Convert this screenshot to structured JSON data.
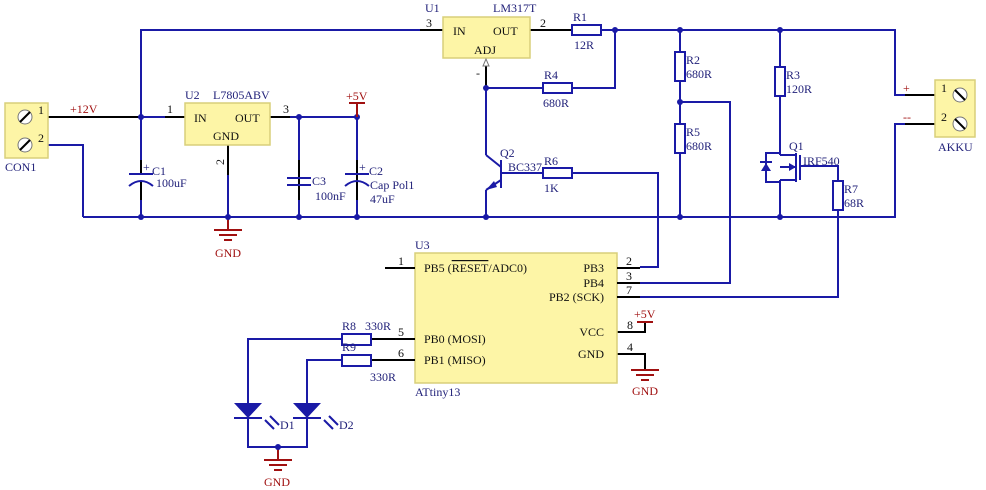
{
  "components": {
    "con1": {
      "ref": "CON1",
      "pins": [
        "1",
        "2"
      ]
    },
    "akku": {
      "ref": "AKKU",
      "pins": [
        "1",
        "2"
      ],
      "plus": "+",
      "minus": "--"
    },
    "u1": {
      "ref": "U1",
      "part": "LM317T",
      "in": "IN",
      "out": "OUT",
      "adj": "ADJ",
      "pin_in": "3",
      "pin_out": "2",
      "adj_mark": "-"
    },
    "u2": {
      "ref": "U2",
      "part": "L7805ABV",
      "in": "IN",
      "out": "OUT",
      "gnd": "GND",
      "pin_in": "1",
      "pin_out": "3",
      "pin_gnd": "2"
    },
    "u3": {
      "ref": "U3",
      "part": "ATtiny13",
      "pins": {
        "pb5": {
          "num": "1",
          "label": "PB5 (",
          "overbar": "RESET",
          "suffix": "/ADC0)"
        },
        "pb3": {
          "num": "2",
          "label": "PB3"
        },
        "pb4": {
          "num": "3",
          "label": "PB4"
        },
        "pb2": {
          "num": "7",
          "label": "PB2 (SCK)"
        },
        "vcc": {
          "num": "8",
          "label": "VCC"
        },
        "gnd": {
          "num": "4",
          "label": "GND"
        },
        "pb0": {
          "num": "5",
          "label": "PB0 (MOSI)"
        },
        "pb1": {
          "num": "6",
          "label": "PB1 (MISO)"
        }
      }
    },
    "c1": {
      "ref": "C1",
      "value": "100uF",
      "polarity": "+"
    },
    "c2": {
      "ref": "C2",
      "value": "Cap Pol1",
      "value2": "47uF",
      "polarity": "+"
    },
    "c3": {
      "ref": "C3",
      "value": "100nF"
    },
    "r1": {
      "ref": "R1",
      "value": "12R"
    },
    "r2": {
      "ref": "R2",
      "value": "680R"
    },
    "r3": {
      "ref": "R3",
      "value": "120R"
    },
    "r4": {
      "ref": "R4",
      "value": "680R"
    },
    "r5": {
      "ref": "R5",
      "value": "680R"
    },
    "r6": {
      "ref": "R6",
      "value": "1K"
    },
    "r7": {
      "ref": "R7",
      "value": "68R"
    },
    "r8": {
      "ref": "R8",
      "value": "330R"
    },
    "r9": {
      "ref": "R9",
      "value": "330R"
    },
    "q1": {
      "ref": "Q1",
      "part": "IRF540"
    },
    "q2": {
      "ref": "Q2",
      "part": "BC337"
    },
    "d1": {
      "ref": "D1"
    },
    "d2": {
      "ref": "D2"
    }
  },
  "nets": {
    "v12": "+12V",
    "v5": "+5V",
    "gnd": "GND"
  },
  "colors": {
    "wire": "#1a1aa6",
    "power": "#a01010",
    "chip": "#fdf5a6"
  }
}
